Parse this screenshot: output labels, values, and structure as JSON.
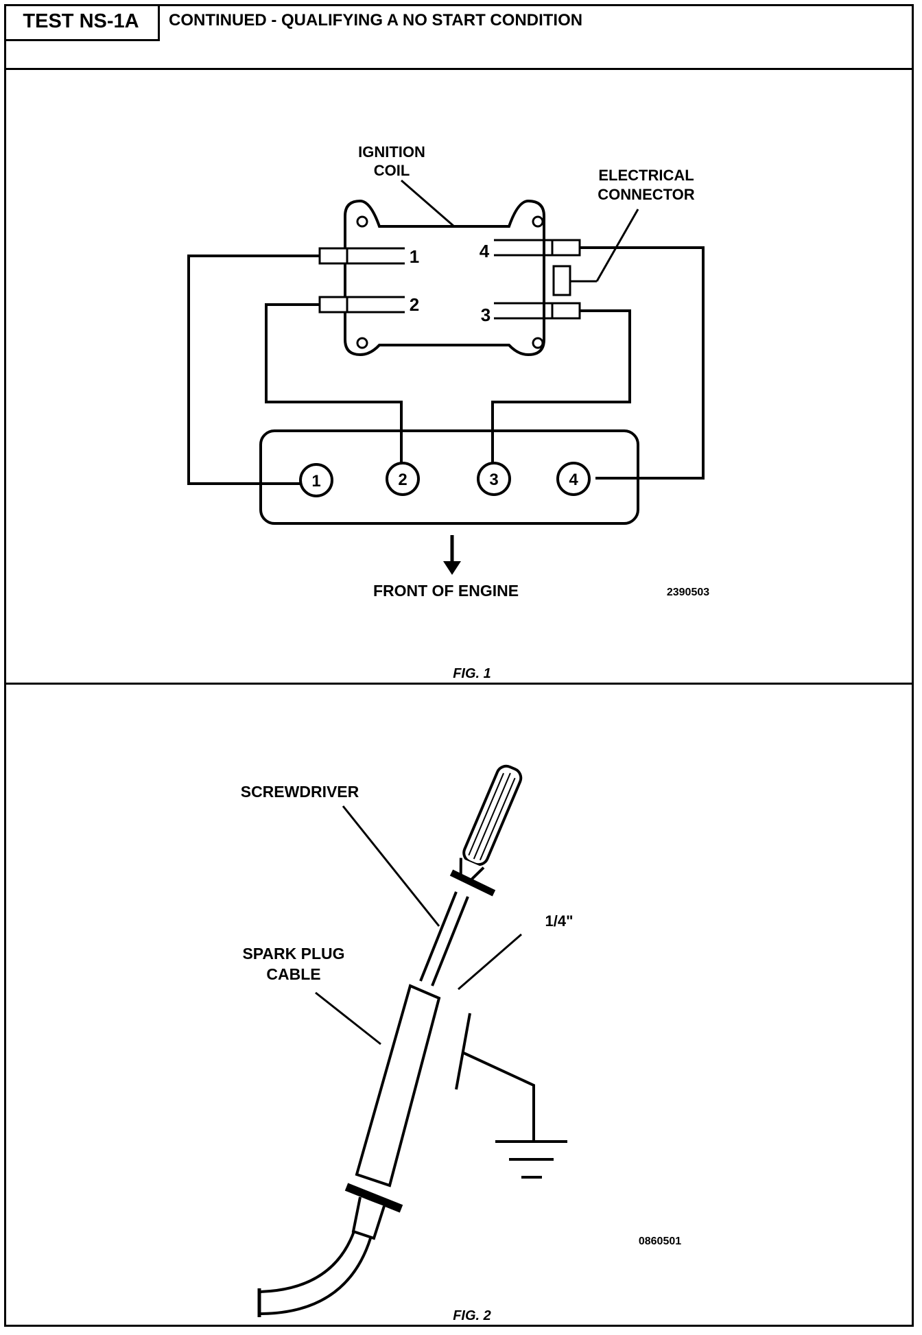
{
  "header": {
    "test_id": "TEST NS-1A",
    "title": "CONTINUED -  QUALIFYING A NO START CONDITION"
  },
  "fig1": {
    "caption": "FIG. 1",
    "coil_label_line1": "IGNITION",
    "coil_label_line2": "COIL",
    "connector_label_line1": "ELECTRICAL",
    "connector_label_line2": "CONNECTOR",
    "coil_terminals": [
      "1",
      "2",
      "3",
      "4"
    ],
    "cylinders": [
      "1",
      "2",
      "3",
      "4"
    ],
    "front_label": "FRONT OF ENGINE",
    "figure_number": "2390503"
  },
  "fig2": {
    "caption": "FIG. 2",
    "screwdriver_label": "SCREWDRIVER",
    "gap_label": "1/4\"",
    "cable_label_line1": "SPARK PLUG",
    "cable_label_line2": "CABLE",
    "figure_number": "0860501"
  }
}
